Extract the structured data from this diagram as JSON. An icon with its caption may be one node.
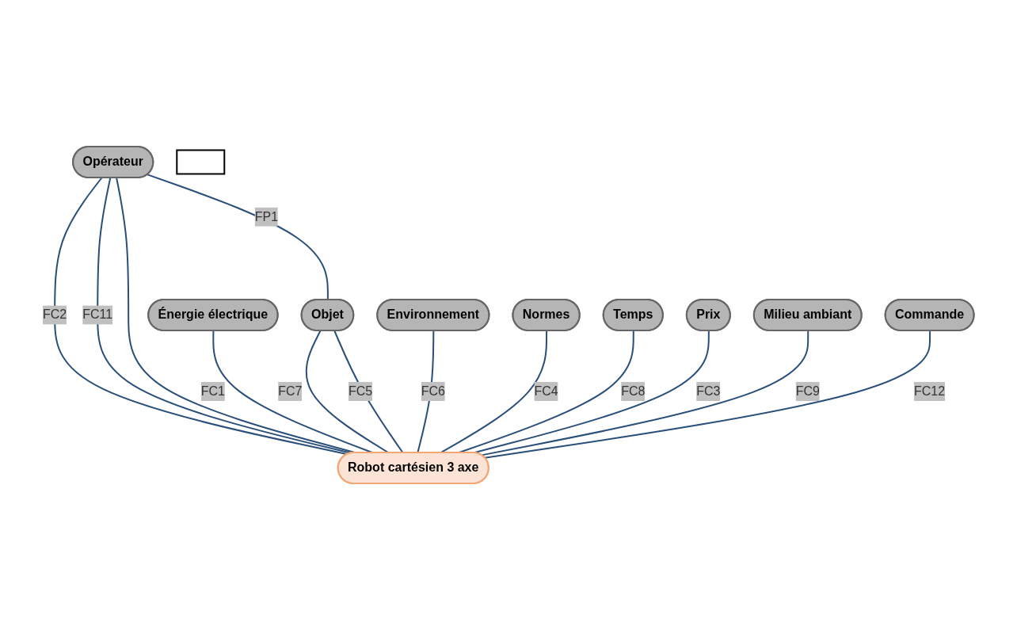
{
  "diagram": {
    "nodes": [
      {
        "text": [
          "Opérateur"
        ]
      },
      {
        "text": [
          "Objet"
        ]
      },
      {
        "text": [
          "Environnement"
        ]
      },
      {
        "text": [],
        "shape": "box"
      },
      {
        "text": [
          "Normes"
        ]
      },
      {
        "text": [
          "Robot cartésien 3 axe"
        ]
      },
      {
        "text": [
          "Énergie électrique"
        ]
      },
      {
        "text": [
          "Temps"
        ]
      },
      {
        "text": [
          "Prix"
        ]
      },
      {
        "text": [
          "Milieu ambiant"
        ]
      },
      {
        "text": [
          "Commande"
        ]
      }
    ],
    "edges": [
      {
        "from": 0,
        "to": 5,
        "arrow": "none",
        "label": "FC2"
      },
      {
        "from": 0,
        "to": 5,
        "arrow": "none",
        "label": "FC11"
      },
      {
        "from": 0,
        "to": 5,
        "arrow": "none"
      },
      {
        "from": 0,
        "to": 1,
        "arrow": "none",
        "label": "FP1"
      },
      {
        "from": 6,
        "to": 5,
        "arrow": "none",
        "label": "FC1"
      },
      {
        "from": 1,
        "to": 5,
        "arrow": "none",
        "label": "FC7"
      },
      {
        "from": 1,
        "to": 5,
        "arrow": "none",
        "label": "FC5"
      },
      {
        "from": 2,
        "to": 5,
        "arrow": "none",
        "label": "FC6"
      },
      {
        "from": 4,
        "to": 5,
        "arrow": "none",
        "label": "FC4"
      },
      {
        "from": 7,
        "to": 5,
        "arrow": "none",
        "label": "FC8"
      },
      {
        "from": 8,
        "to": 5,
        "arrow": "none",
        "label": "FC3"
      },
      {
        "from": 9,
        "to": 5,
        "arrow": "none",
        "label": "FC9"
      },
      {
        "from": 10,
        "to": 5,
        "arrow": "none",
        "label": "FC12"
      }
    ]
  }
}
